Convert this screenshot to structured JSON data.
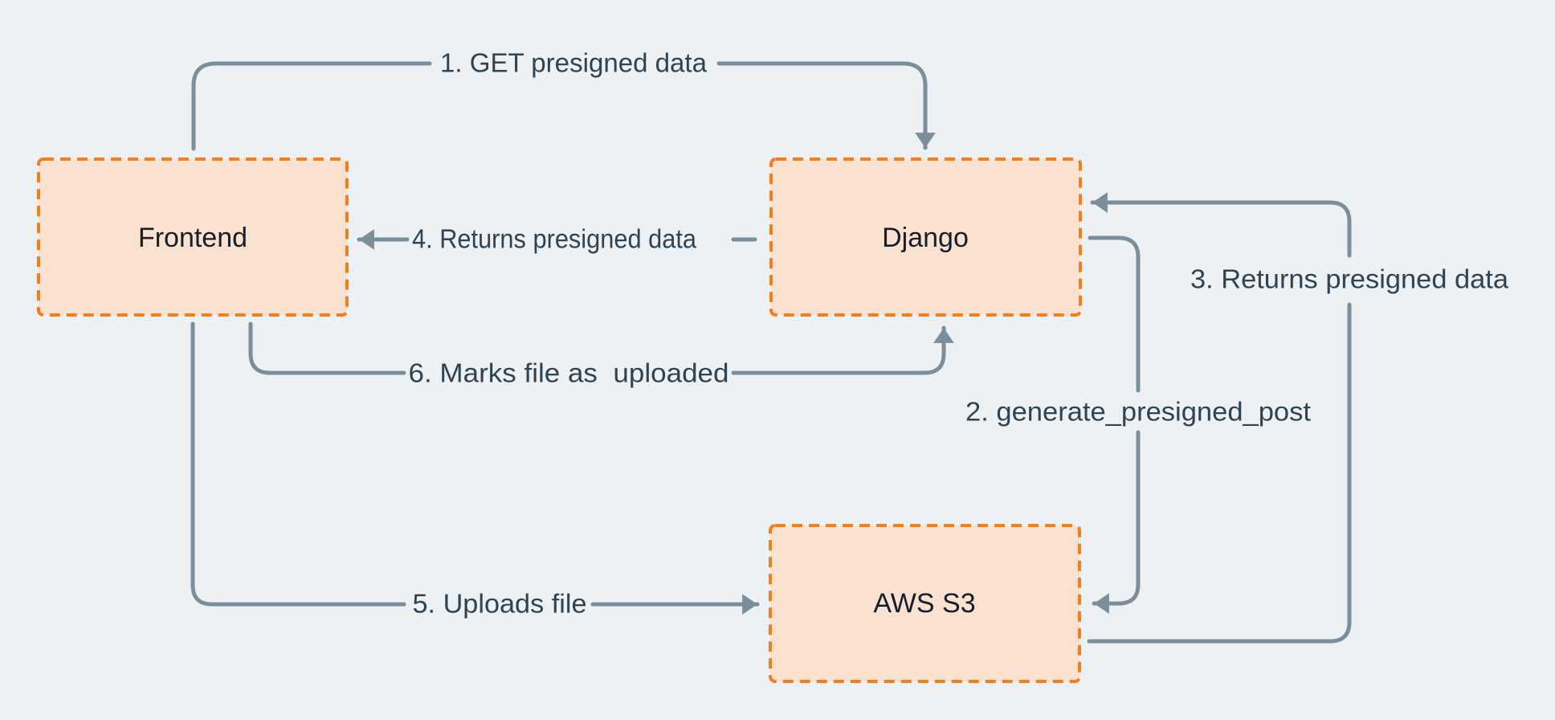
{
  "diagram": {
    "colors": {
      "background": "#edf1f4",
      "node_fill": "#fbe1cf",
      "node_border": "#f0801f",
      "arrow": "#7b8e9c",
      "edge_label_text": "#2e4454",
      "node_label_text": "#131f2b"
    },
    "nodes": [
      {
        "label": "Frontend"
      },
      {
        "label": "Django"
      },
      {
        "label": "AWS S3"
      }
    ],
    "edges": [
      {
        "label": "1. GET presigned data",
        "from": "Frontend",
        "to": "Django"
      },
      {
        "label": "2. generate_presigned_post",
        "from": "Django",
        "to": "AWS S3"
      },
      {
        "label": "3. Returns presigned data",
        "from": "AWS S3",
        "to": "Django"
      },
      {
        "label": "4. Returns presigned data",
        "from": "Django",
        "to": "Frontend"
      },
      {
        "label": "5. Uploads file",
        "from": "Frontend",
        "to": "AWS S3"
      },
      {
        "label": "6. Marks file as  uploaded",
        "from": "Frontend",
        "to": "Django"
      }
    ]
  }
}
